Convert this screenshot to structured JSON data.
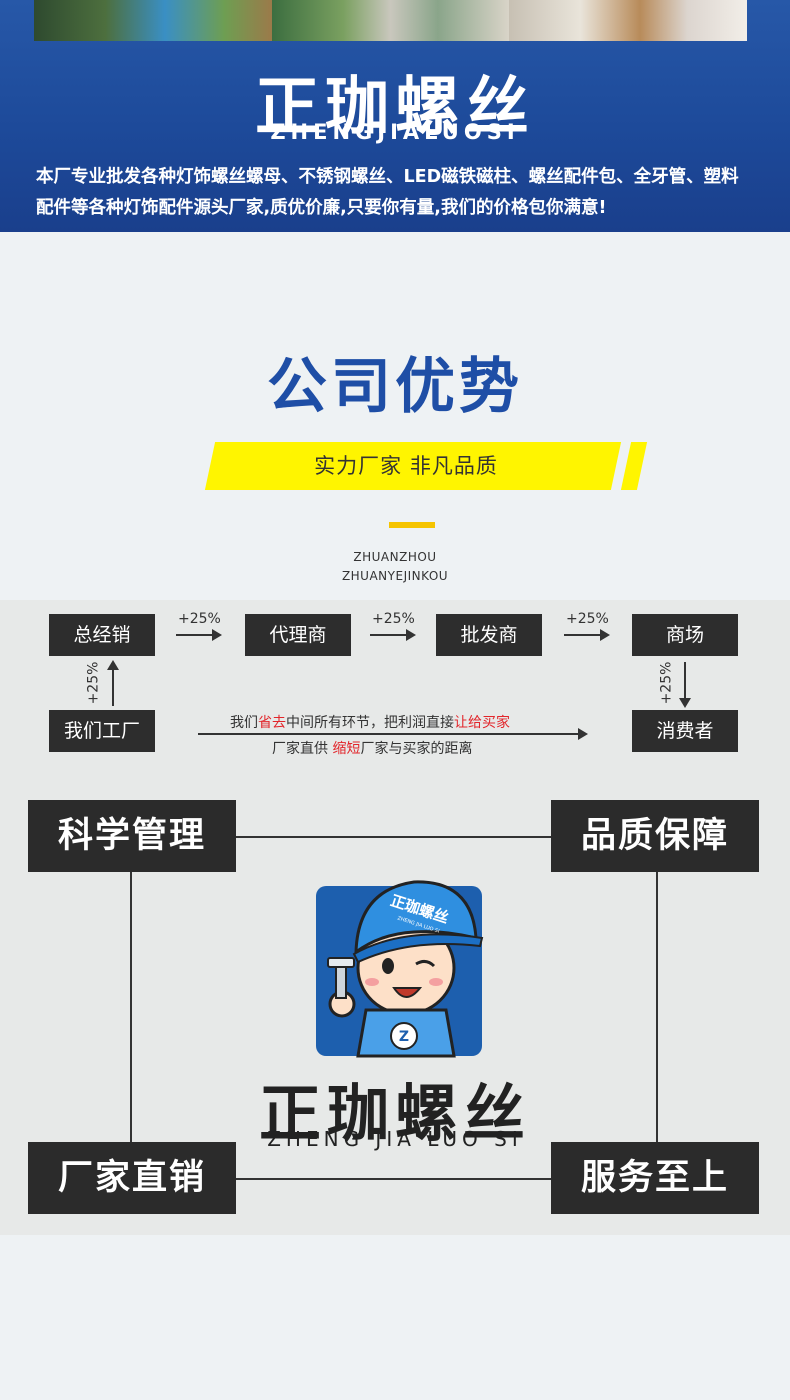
{
  "banner": {
    "brand_cn": "正珈螺丝",
    "brand_en": "ZHENGJIALUOSI",
    "intro": "本厂专业批发各种灯饰螺丝螺母、不锈钢螺丝、LED磁铁磁柱、螺丝配件包、全牙管、塑料配件等各种灯饰配件源头厂家,质优价廉,只要你有量,我们的价格包你满意!"
  },
  "section": {
    "title": "公司优势",
    "slogan": "实力厂家 非凡品质",
    "sub_en_1": "ZHUANZHOU",
    "sub_en_2": "ZHUANYEJINKOU"
  },
  "flow": {
    "boxes": {
      "general_distributor": "总经销",
      "agent": "代理商",
      "wholesaler": "批发商",
      "mall": "商场",
      "our_factory": "我们工厂",
      "consumer": "消费者"
    },
    "markup": "+25%",
    "note_line1_a": "我们",
    "note_line1_b": "省去",
    "note_line1_c": "中间所有环节，把利润直接",
    "note_line1_d": "让给买家",
    "note_line2_a": "厂家直供 ",
    "note_line2_b": "缩短",
    "note_line2_c": "厂家与买家的距离"
  },
  "advantages": {
    "top_left": "科学管理",
    "top_right": "品质保障",
    "bottom_left": "厂家直销",
    "bottom_right": "服务至上"
  },
  "logo": {
    "cn": "正珈螺丝",
    "en": "ZHENG JIA LUO SI",
    "helmet_text": "正珈螺丝",
    "helmet_sub": "ZHENG JIA LUO SI"
  },
  "colors": {
    "banner_blue": "#1d4a9a",
    "title_blue": "#1e4ea6",
    "slogan_yellow": "#fff500",
    "box_dark": "#2d2d2d",
    "accent_red": "#e2262b"
  }
}
